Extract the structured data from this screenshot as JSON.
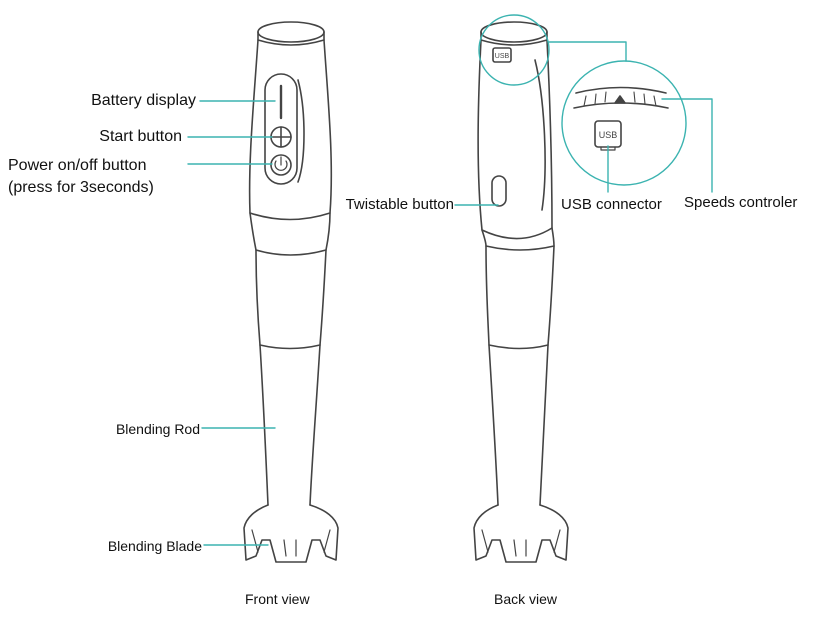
{
  "front": {
    "battery_display": "Battery display",
    "start_button": "Start button",
    "power_line1": "Power on/off button",
    "power_line2": "(press for 3seconds)",
    "blending_rod": "Blending Rod",
    "blending_blade": "Blending Blade",
    "caption": "Front view"
  },
  "back": {
    "twistable_button": "Twistable button",
    "usb_connector": "USB connector",
    "speeds_controller": "Speeds controler",
    "usb_port_text": "USB",
    "usb_zoom_text": "USB",
    "caption": "Back view"
  },
  "colors": {
    "leader": "#3bb3b0",
    "outline": "#444444"
  }
}
